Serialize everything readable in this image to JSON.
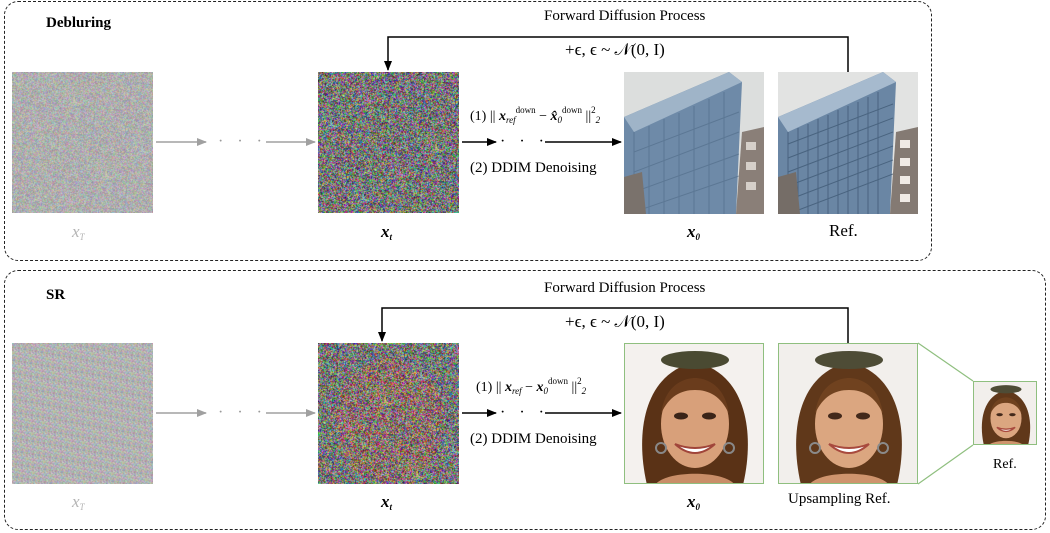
{
  "colors": {
    "arrow_gray": "#a0a0a0",
    "frame_green": "#8fbf7f",
    "border": "#222222"
  },
  "deblur": {
    "title": "Debluring",
    "forward_label": "Forward Diffusion Process",
    "noise_formula": "+ϵ, ϵ ~ 𝒩(0, I)",
    "step1_prefix": "(1) ||",
    "step1_term_a": "x",
    "step1_term_a_sub": "ref",
    "step1_term_a_sup": "down",
    "step1_minus": "−",
    "step1_term_b": "x̂",
    "step1_term_b_sub": "0",
    "step1_term_b_sup": "down",
    "step1_suffix": "||",
    "step1_norm_sup": "2",
    "step1_norm_sub": "2",
    "step2": "(2) DDIM Denoising",
    "dots": "· · ·",
    "label_xT": "x",
    "label_xT_sub": "T",
    "label_xt": "x",
    "label_xt_sub": "t",
    "label_x0": "x",
    "label_x0_sub": "0",
    "label_ref": "Ref."
  },
  "sr": {
    "title": "SR",
    "forward_label": "Forward Diffusion Process",
    "noise_formula": "+ϵ, ϵ ~ 𝒩(0, I)",
    "step1_prefix": "(1) ||",
    "step1_term_a": "x",
    "step1_term_a_sub": "ref",
    "step1_minus": "−",
    "step1_term_b": "x",
    "step1_term_b_sub": "0",
    "step1_term_b_sup": "down",
    "step1_suffix": "||",
    "step1_norm_sup": "2",
    "step1_norm_sub": "2",
    "step2": "(2) DDIM Denoising",
    "dots": "· · ·",
    "label_xT": "x",
    "label_xT_sub": "T",
    "label_xt": "x",
    "label_xt_sub": "t",
    "label_x0": "x",
    "label_x0_sub": "0",
    "label_upsampling": "Upsampling Ref.",
    "label_ref": "Ref."
  }
}
